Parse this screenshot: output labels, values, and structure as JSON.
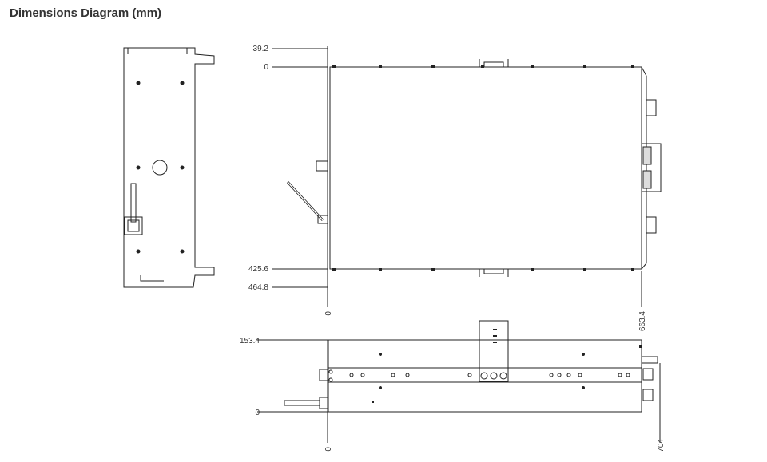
{
  "title": "Dimensions Diagram (mm)",
  "dimensions": {
    "top_view": {
      "y_labels": [
        "39.2",
        "0",
        "425.6",
        "464.8"
      ],
      "x_labels": [
        "0",
        "663.4"
      ]
    },
    "front_view": {
      "y_labels": [
        "153.4",
        "0"
      ],
      "x_labels": [
        "0",
        "704"
      ]
    }
  },
  "colors": {
    "line": "#222222",
    "text": "#333333"
  }
}
